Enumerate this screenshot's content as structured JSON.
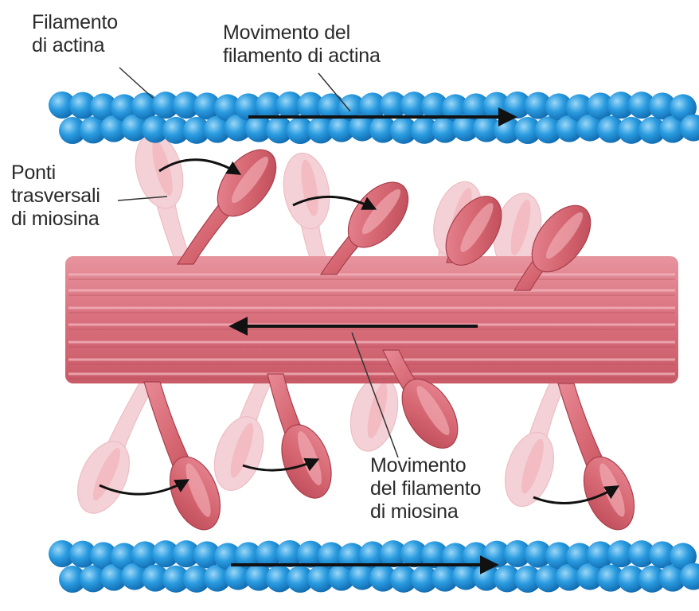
{
  "labels": {
    "actin_filament": "Filamento\ndi actina",
    "actin_movement": "Movimento del\nfilamento di actina",
    "myosin_cross_bridges": "Ponti\ntrasversali\ndi miosina",
    "myosin_movement": "Movimento\ndel filamento\ndi miosina"
  },
  "colors": {
    "actin_bead": "#1f8fd6",
    "actin_bead_highlight": "#8fd0f5",
    "myosin_body": "#d9707e",
    "myosin_stripe": "#f2b3bb",
    "myosin_ghost": "#f4d3d6",
    "arrow": "#111111",
    "leader_line": "#333333",
    "background": "#ffffff"
  }
}
